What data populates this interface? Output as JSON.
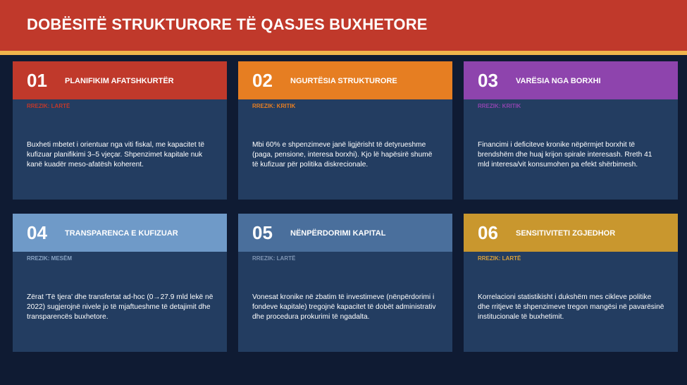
{
  "header": {
    "title": "DOBËSITË STRUKTURORE TË QASJES BUXHETORE"
  },
  "colors": {
    "header_red": "#c0392b",
    "header_rule": "#f0b44c",
    "background": "#0f1b33",
    "card_body": "#233d61"
  },
  "cards": [
    {
      "num": "01",
      "title": "PLANIFIKIM AFATSHKURTËR",
      "risk": "RREZIK: LARTË",
      "desc": "Buxheti mbetet i orientuar nga viti fiskal, me kapacitet të kufizuar planifikimi 3–5 vjeçar. Shpenzimet kapitale nuk kanë kuadër meso-afatësh koherent.",
      "head_color": "#c0392b",
      "risk_color": "#c0392b"
    },
    {
      "num": "02",
      "title": "NGURTËSIA STRUKTURORE",
      "risk": "RREZIK: KRITIK",
      "desc": "Mbi 60% e shpenzimeve janë ligjërisht të detyrueshme (paga, pensione, interesa borxhi). Kjo lë hapësirë shumë të kufizuar për politika diskrecionale.",
      "head_color": "#e67e22",
      "risk_color": "#e67e22"
    },
    {
      "num": "03",
      "title": "VARËSIA NGA BORXHI",
      "risk": "RREZIK: KRITIK",
      "desc": "Financimi i deficiteve kronike nëpërmjet borxhit të brendshëm dhe huaj krijon spirale interesash. Rreth 41 mld interesa/vit konsumohen pa efekt shërbimesh.",
      "head_color": "#8e44ad",
      "risk_color": "#8e44ad"
    },
    {
      "num": "04",
      "title": "TRANSPARENCA E KUFIZUAR",
      "risk": "RREZIK: MESËM",
      "desc": "Zërat 'Të tjera' dhe transfertat ad-hoc (0→27.9 mld lekë në 2022) sugjerojnë nivele jo të mjaftueshme të detajimit dhe transparencës buxhetore.",
      "head_color": "#6f9ac8",
      "risk_color": "#8aa4c4"
    },
    {
      "num": "05",
      "title": "NËNPËRDORIMI KAPITAL",
      "risk": "RREZIK: LARTË",
      "desc": "Vonesat kronike në zbatim të investimeve (nënpërdorimi i fondeve kapitale) tregojnë kapacitet të dobët administrativ dhe procedura prokurimi të ngadalta.",
      "head_color": "#4a6f9c",
      "risk_color": "#7f95b3"
    },
    {
      "num": "06",
      "title": "SENSITIVITETI ZGJEDHOR",
      "risk": "RREZIK: LARTË",
      "desc": "Korrelacioni statistikisht i dukshëm mes cikleve politike dhe rritjeve të shpenzimeve tregon mangësi në pavarësinë institucionale të buxhetimit.",
      "head_color": "#c9972e",
      "risk_color": "#d9a13c"
    }
  ]
}
